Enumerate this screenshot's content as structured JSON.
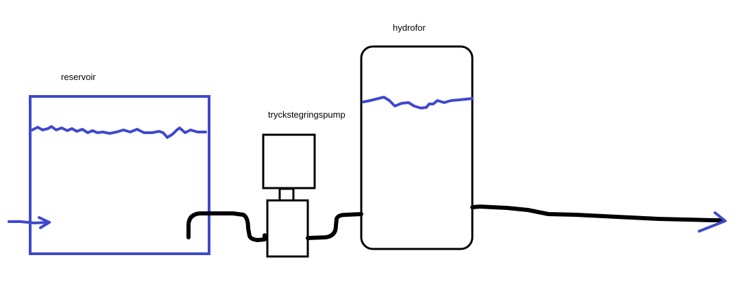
{
  "diagram": {
    "labels": {
      "reservoir": "reservoir",
      "pump": "tryckstegringspump",
      "hydrofor": "hydrofor"
    },
    "colors": {
      "water": "#3f48cc",
      "pipe": "#000000",
      "background": "#ffffff"
    }
  }
}
